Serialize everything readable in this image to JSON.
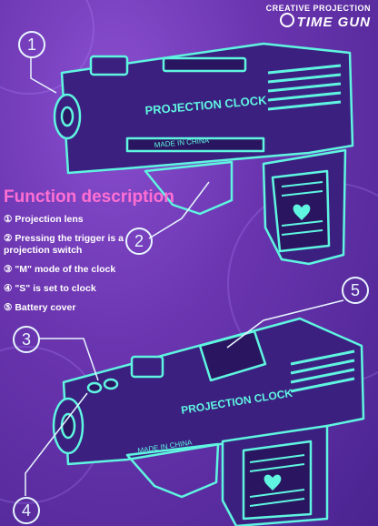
{
  "brand": {
    "top": "CREATIVE PROJECTION",
    "main": "TIME GUN"
  },
  "gun_top": {
    "side_text": "PROJECTION CLOCK",
    "origin_text": "MADE IN CHINA"
  },
  "gun_bottom": {
    "side_text": "PROJECTION CLOCK",
    "origin_text": "MADE IN CHINA"
  },
  "description": {
    "title": "Function description",
    "items": [
      "① Projection lens",
      "② Pressing the trigger is a projection switch",
      "③ \"M\" mode of the clock",
      "④ \"S\" is set to clock",
      "⑤ Battery cover"
    ]
  },
  "callouts": [
    "1",
    "2",
    "3",
    "4",
    "5"
  ],
  "colors": {
    "background": "#6b3aa8",
    "outline": "#5ff5e0",
    "accent_title": "#ff6fd3"
  }
}
